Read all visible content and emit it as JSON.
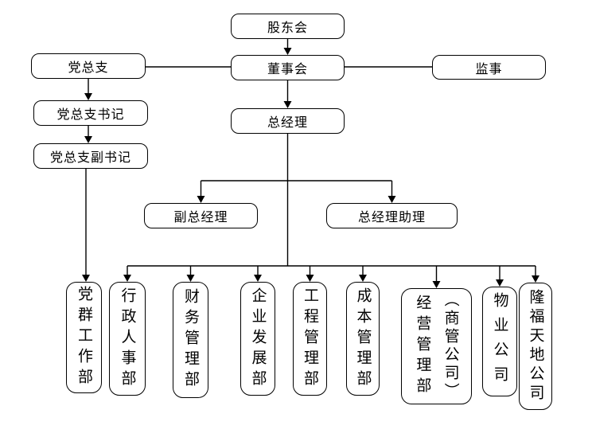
{
  "diagram": {
    "type": "org-chart",
    "background": "#ffffff",
    "colors": {
      "line": "#000000",
      "box_border": "#000000",
      "box_fill": "#ffffff",
      "text": "#000000"
    },
    "nodes": {
      "shareholders": "股东会",
      "board": "董事会",
      "party_branch": "党总支",
      "supervisor": "监事",
      "party_secretary": "党总支书记",
      "party_deputy_secretary": "党总支副书记",
      "general_manager": "总经理",
      "deputy_general_manager": "副总经理",
      "gm_assistant": "总经理助理"
    },
    "departments": [
      {
        "label": "党群工作部"
      },
      {
        "label": "行政人事部"
      },
      {
        "label": "财务管理部"
      },
      {
        "label": "企业发展部"
      },
      {
        "label": "工程管理部"
      },
      {
        "label": "成本管理部"
      },
      {
        "label": "经营管理部",
        "sublabel": "（商管公司）"
      },
      {
        "label": "物业公司"
      },
      {
        "label": "隆福天地公司"
      }
    ],
    "edges": [
      {
        "from": "shareholders",
        "to": "board",
        "arrow": "down"
      },
      {
        "from": "party_branch",
        "to": "board",
        "arrow": "none"
      },
      {
        "from": "board",
        "to": "supervisor",
        "arrow": "none"
      },
      {
        "from": "board",
        "to": "general_manager",
        "arrow": "down"
      },
      {
        "from": "party_branch",
        "to": "party_secretary",
        "arrow": "down"
      },
      {
        "from": "party_secretary",
        "to": "party_deputy_secretary",
        "arrow": "down"
      },
      {
        "from": "party_deputy_secretary",
        "to": "dept_0",
        "arrow": "down"
      },
      {
        "from": "general_manager",
        "to": "deputy_general_manager",
        "arrow": "down"
      },
      {
        "from": "general_manager",
        "to": "gm_assistant",
        "arrow": "down"
      },
      {
        "from": "general_manager",
        "to": "dept_1",
        "arrow": "down"
      },
      {
        "from": "general_manager",
        "to": "dept_2",
        "arrow": "down"
      },
      {
        "from": "general_manager",
        "to": "dept_3",
        "arrow": "down"
      },
      {
        "from": "general_manager",
        "to": "dept_4",
        "arrow": "down"
      },
      {
        "from": "general_manager",
        "to": "dept_5",
        "arrow": "down"
      },
      {
        "from": "general_manager",
        "to": "dept_6",
        "arrow": "down"
      },
      {
        "from": "general_manager",
        "to": "dept_7",
        "arrow": "down"
      },
      {
        "from": "general_manager",
        "to": "dept_8",
        "arrow": "down"
      }
    ]
  }
}
